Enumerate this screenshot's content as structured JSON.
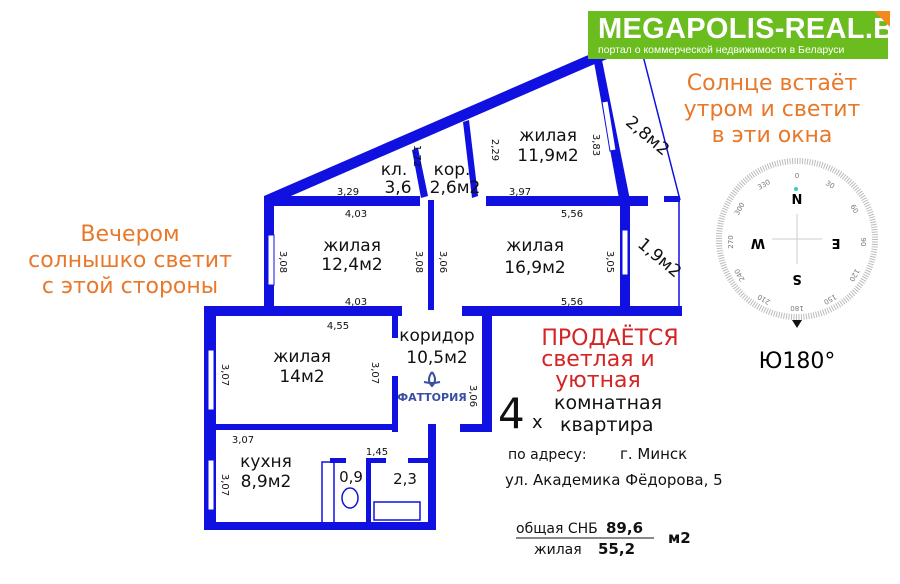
{
  "logo": {
    "title": "MEGAPOLIS-REAL.BY",
    "subtitle": "портал о коммерческой недвижимости в Беларуси",
    "color": "#6bbd1f"
  },
  "notes": {
    "morning": [
      "Солнце встаёт",
      "утром и светит",
      "в эти окна"
    ],
    "evening": [
      "Вечером",
      "солнышко светит",
      "с этой стороны"
    ]
  },
  "rooms": [
    {
      "name": "жилая",
      "area": "11,9м2"
    },
    {
      "name": "кл.",
      "area": "3,6"
    },
    {
      "name": "кор.",
      "area": "2,6м2"
    },
    {
      "name": "жилая",
      "area": "12,4м2"
    },
    {
      "name": "жилая",
      "area": "16,9м2"
    },
    {
      "name": "жилая",
      "area": "14м2"
    },
    {
      "name": "коридор",
      "area": "10,5м2"
    },
    {
      "name": "кухня",
      "area": "8,9м2"
    },
    {
      "name": "",
      "area": "0,9"
    },
    {
      "name": "",
      "area": "2,3"
    },
    {
      "name": "",
      "area": "2,8м2"
    },
    {
      "name": "",
      "area": "1,9м2"
    }
  ],
  "dimensions": [
    "3,29",
    "1,72",
    "2,29",
    "3,97",
    "3,83",
    "4,03",
    "3,08",
    "3,08",
    "3,06",
    "5,56",
    "3,05",
    "4,03",
    "5,56",
    "4,55",
    "3,07",
    "3,07",
    "3,06",
    "3,07",
    "3,07",
    "1,45"
  ],
  "ad": {
    "line1": "ПРОДАЁТСЯ",
    "line2": "светлая и",
    "line3": "уютная",
    "rooms_count": "4",
    "x": "х",
    "type1": "комнатная",
    "type2": "квартира",
    "address_label": "по адресу:",
    "city": "г. Минск",
    "street": "ул. Академика Фёдорова, 5",
    "total_label": "общая СНБ",
    "total": "89,6",
    "living_label": "жилая",
    "living": "55,2",
    "unit": "м2"
  },
  "agency_logo": "ФАТТОРИЯ",
  "compass": {
    "n": "N",
    "e": "E",
    "s": "S",
    "w": "W",
    "ticks": [
      "0",
      "30",
      "60",
      "90",
      "120",
      "150",
      "180",
      "210",
      "240",
      "270",
      "300",
      "330"
    ],
    "heading": "Ю180°"
  },
  "colors": {
    "wall": "#1010e0",
    "orange": "#e8782a",
    "red": "#d42424"
  }
}
